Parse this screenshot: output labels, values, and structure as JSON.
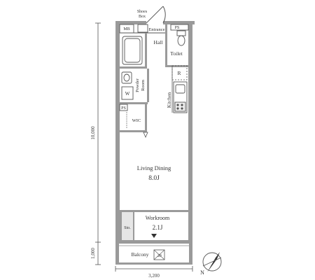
{
  "rooms": {
    "shoes_box_line1": "Shoes",
    "shoes_box_line2": "Box",
    "mb": "MB",
    "entrance": "Entrance",
    "ps_top": "PS",
    "hall": "Hall",
    "toilet": "Toilet",
    "refrigerator": "R",
    "powder_room_line1": "Powder",
    "powder_room_line2": "Room",
    "washer": "W",
    "kitchen": "Kitchen",
    "ps_mid": "PS",
    "wic": "WIC",
    "living_dining": "Living Dining",
    "living_dining_size": "8.0J",
    "workroom": "Workroom",
    "workroom_size": "2.1J",
    "storage": "Sto.",
    "balcony": "Balcony",
    "balcony_size": "2P"
  },
  "dimensions": {
    "depth_main": "10,000",
    "depth_balcony": "1,000",
    "width": "3,200"
  },
  "compass": {
    "label": "N"
  },
  "colors": {
    "wall": "#9a9a9a",
    "line": "#555555",
    "text": "#333333"
  }
}
